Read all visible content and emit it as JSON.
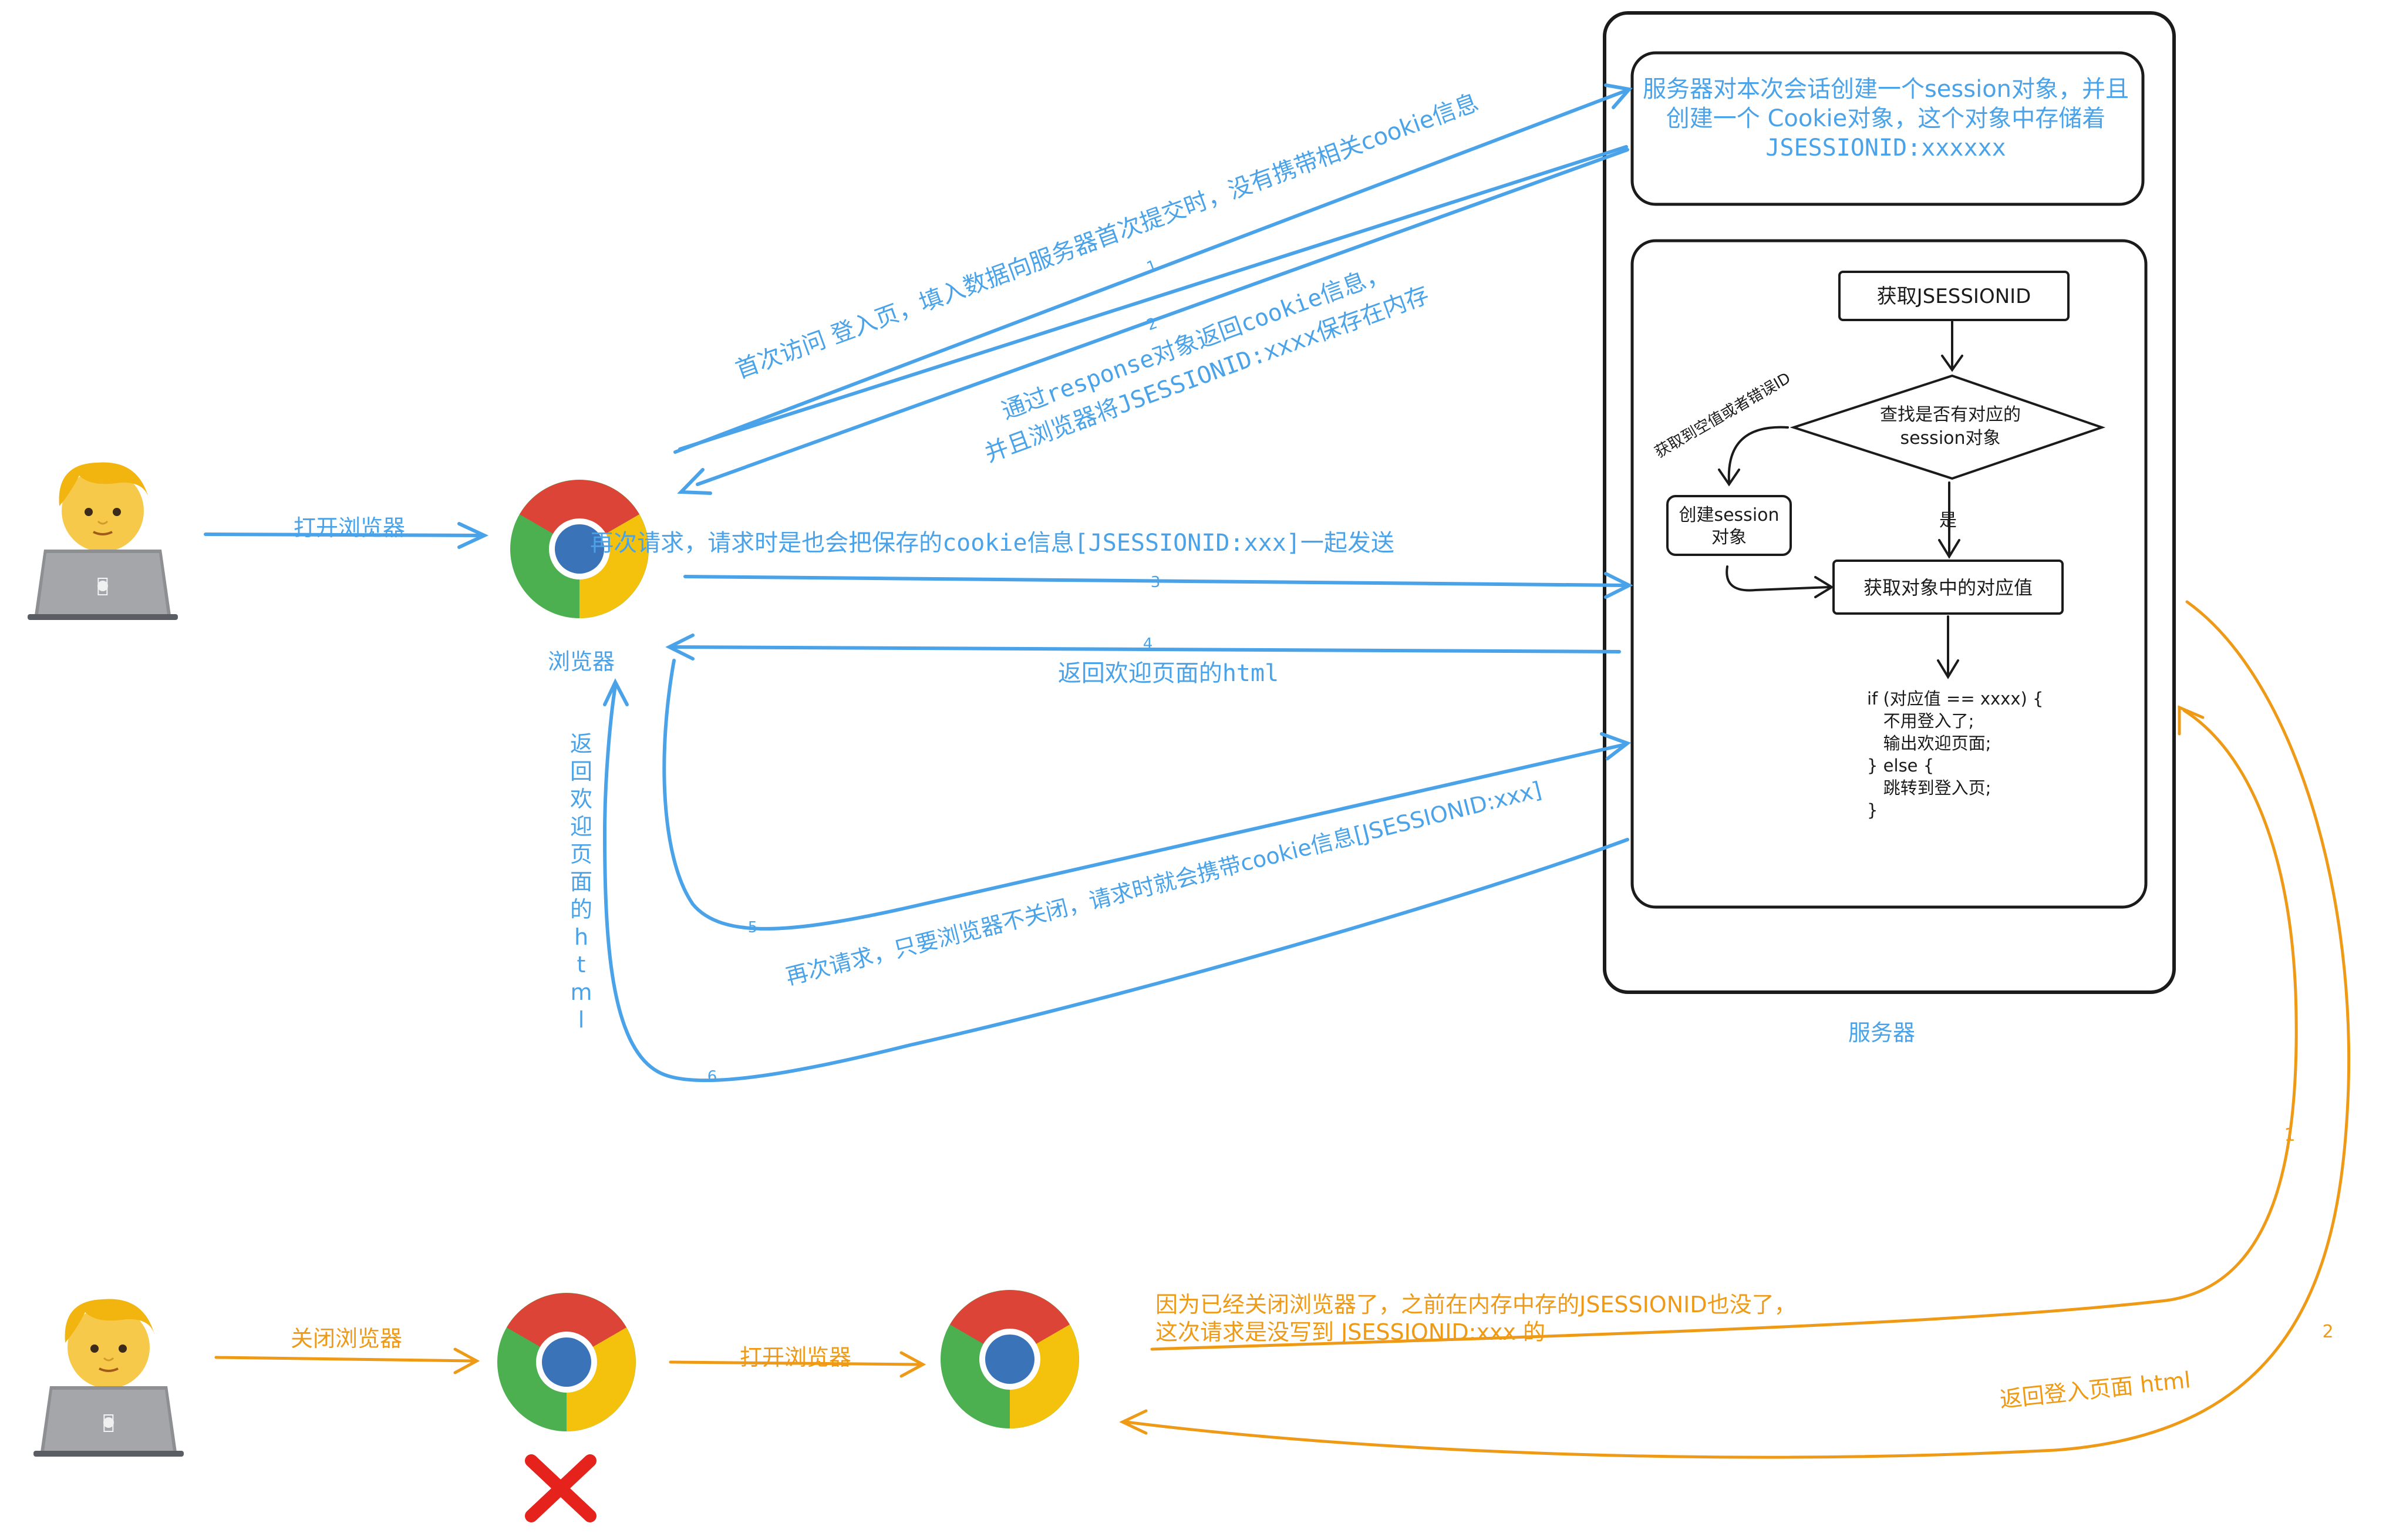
{
  "colors": {
    "blue": "#4aa3e8",
    "orange": "#ee9a16",
    "black": "#1b1b1b",
    "chrome_red": "#db4437",
    "chrome_yellow": "#f4c20d",
    "chrome_green": "#4caf50",
    "chrome_blue": "#3a73b8",
    "x_red": "#e5221b"
  },
  "icons": {
    "user": "user-with-laptop-icon",
    "browser": "chrome-browser-icon",
    "closed": "red-x-icon",
    "laptop_logo": "apple-logo-icon"
  },
  "top": {
    "open_browser": "打开浏览器",
    "browser_label": "浏览器",
    "server_label": "服务器",
    "server_note": {
      "line1": "服务器对本次会话创建一个session对象，并且",
      "line2": "创建一个 Cookie对象，这个对象中存储着",
      "line3": "JSESSIONID:xxxxxx"
    },
    "arrow1_label": "首次访问  登入页，填入数据向服务器首次提交时，没有携带相关cookie信息",
    "arrow1_num": "1",
    "arrow2_label_line1": "通过response对象返回cookie信息，",
    "arrow2_label_line2": "并且浏览器将JSESSIONID:xxxx保存在内存",
    "arrow2_num": "2",
    "arrow3_label": "再次请求，请求时是也会把保存的cookie信息[JSESSIONID:xxx]一起发送",
    "arrow3_num": "3",
    "arrow4_label": "返回欢迎页面的html",
    "arrow4_num": "4",
    "arrow5_label": "再次请求，只要浏览器不关闭，请求时就会携带cookie信息[JSESSIONID:xxx]",
    "arrow5_num": "5",
    "arrow6_num": "6",
    "vertical_label": [
      "返",
      "回",
      "欢",
      "迎",
      "页",
      "面",
      "的",
      "h",
      "t",
      "m",
      "l"
    ]
  },
  "flow": {
    "get_id": "获取JSESSIONID",
    "find_line1": "查找是否有对应的",
    "find_line2": "session对象",
    "no_label": "获取到空值或者错误ID",
    "yes_label": "是",
    "create_line1": "创建session",
    "create_line2": "对象",
    "get_value": "获取对象中的对应值",
    "code": [
      "if (对应值 == xxxx) {",
      "   不用登入了;",
      "   输出欢迎页面;",
      "} else {",
      "   跳转到登入页;",
      "}"
    ]
  },
  "bottom": {
    "close_browser": "关闭浏览器",
    "open_browser": "打开浏览器",
    "note_line1": "因为已经关闭浏览器了，之前在内存中存的JSESSIONID也没了，",
    "note_line2": "这次请求是没写到 JSESSIONID:xxx 的",
    "return_label": "返回登入页面 html",
    "num1": "1",
    "num2": "2"
  }
}
